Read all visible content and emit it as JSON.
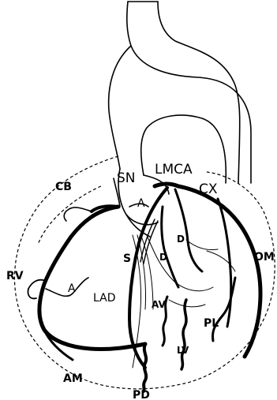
{
  "diagram": {
    "labels": {
      "sn": "SN",
      "lmca": "LMCA",
      "cb": "CB",
      "cx": "CX",
      "a_upper": "A",
      "d_upper": "D",
      "d_lower": "D",
      "s": "S",
      "om": "OM",
      "rv": "RV",
      "a_lower": "A",
      "lad": "LAD",
      "av": "AV",
      "pl": "PL",
      "lv": "LV",
      "am": "AM",
      "pd": "PD"
    }
  }
}
